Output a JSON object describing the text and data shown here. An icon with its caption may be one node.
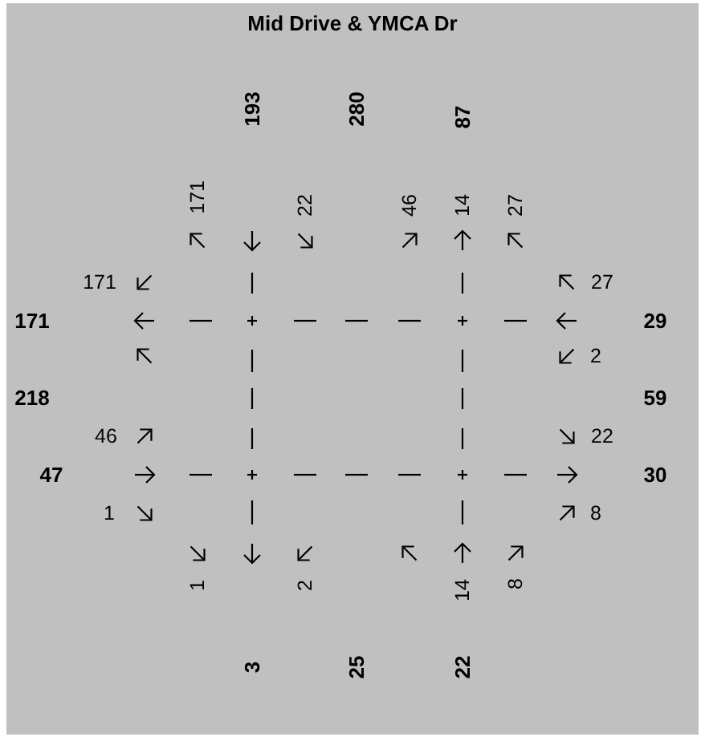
{
  "diagram": {
    "title": "Mid Drive & YMCA Dr",
    "labels": [
      "193",
      "280",
      "87",
      "171",
      "22",
      "46",
      "14",
      "27",
      "171",
      "27",
      "171",
      "29",
      "2",
      "218",
      "59",
      "46",
      "22",
      "47",
      "30",
      "1",
      "8",
      "1",
      "2",
      "14",
      "8",
      "3",
      "25",
      "22"
    ]
  }
}
